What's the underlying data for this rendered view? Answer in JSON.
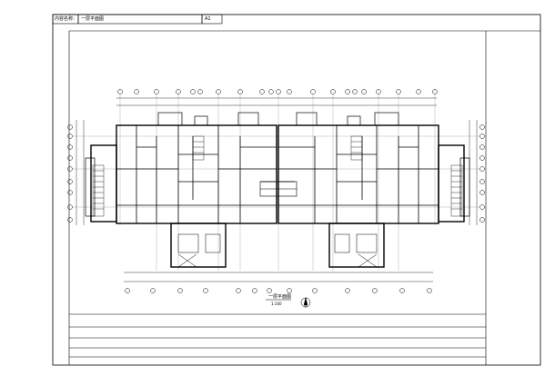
{
  "header": {
    "field_label": "内容名称：",
    "drawing_name": "一层平面图",
    "sheet_code": "A1"
  },
  "drawing": {
    "caption": "一层平面图",
    "scale_label": "1:100"
  },
  "title_block": {
    "rows": 5
  }
}
